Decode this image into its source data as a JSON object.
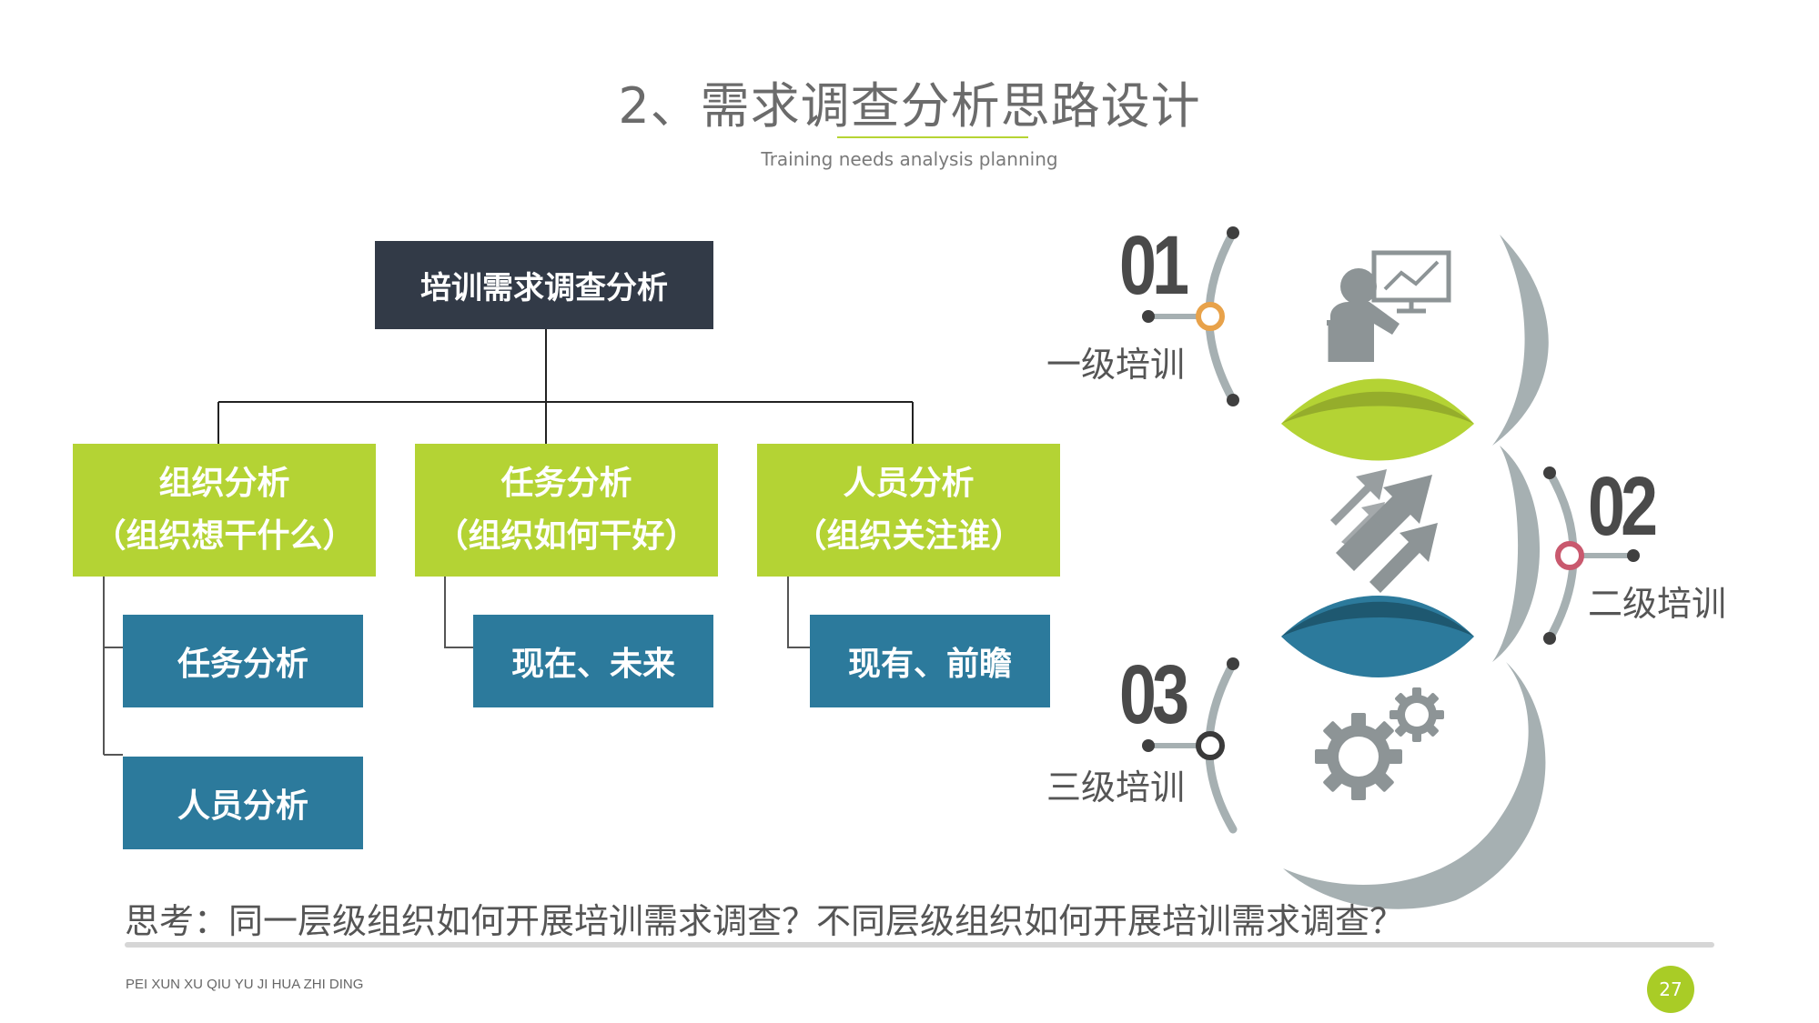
{
  "header": {
    "title": "2、需求调查分析思路设计",
    "subtitle": "Training needs analysis planning"
  },
  "tree": {
    "root": "培训需求调查分析",
    "branches": [
      {
        "line1": "组织分析",
        "line2": "（组织想干什么）",
        "children": [
          "任务分析",
          "人员分析"
        ]
      },
      {
        "line1": "任务分析",
        "line2": "（组织如何干好）",
        "children": [
          "现在、未来"
        ]
      },
      {
        "line1": "人员分析",
        "line2": "（组织关注谁）",
        "children": [
          "现有、前瞻"
        ]
      }
    ]
  },
  "levels": [
    {
      "number": "01",
      "label": "一级培训",
      "accent": "#e8a24a",
      "icon": "presenter-chart-icon"
    },
    {
      "number": "02",
      "label": "二级培训",
      "accent": "#c9596e",
      "icon": "growth-arrows-icon"
    },
    {
      "number": "03",
      "label": "三级培训",
      "accent": "#3a3a3a",
      "icon": "gears-icon"
    }
  ],
  "colors": {
    "dark": "#323a47",
    "green": "#b4d334",
    "blue": "#2c7a9c",
    "gray_arc": "#a6b0b2",
    "leaf_blue": "#2c7a9c",
    "leaf_green": "#b4d334"
  },
  "question": "思考：同一层级组织如何开展培训需求调查？不同层级组织如何开展培训需求调查？",
  "footer": {
    "text": "PEI XUN XU QIU YU JI HUA ZHI DING",
    "page": "27"
  }
}
